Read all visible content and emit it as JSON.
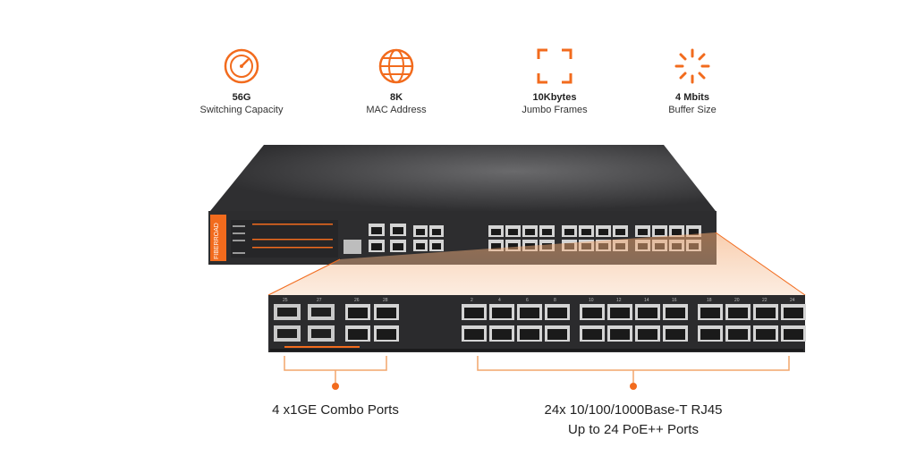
{
  "colors": {
    "accent": "#f26b1d",
    "chassis": "#3a3a3c",
    "panel": "#2b2b2d"
  },
  "specs": [
    {
      "value": "56G",
      "label": "Switching Capacity",
      "icon": "speedometer-icon"
    },
    {
      "value": "8K",
      "label": "MAC Address",
      "icon": "globe-icon"
    },
    {
      "value": "10Kbytes",
      "label": "Jumbo Frames",
      "icon": "frame-corners-icon"
    },
    {
      "value": "4 Mbits",
      "label": "Buffer Size",
      "icon": "loading-burst-icon"
    }
  ],
  "device": {
    "brand": "FIBERROAD"
  },
  "zoom_panel": {
    "combo_port_numbers": [
      "25",
      "27",
      "26",
      "28"
    ],
    "rj45_port_numbers": [
      "2",
      "4",
      "6",
      "8",
      "10",
      "12",
      "14",
      "16",
      "18",
      "20",
      "22",
      "24"
    ]
  },
  "captions": {
    "combo": "4 x1GE Combo Ports",
    "rj45_line1": "24x 10/100/1000Base-T RJ45",
    "rj45_line2": "Up to 24 PoE++ Ports"
  }
}
